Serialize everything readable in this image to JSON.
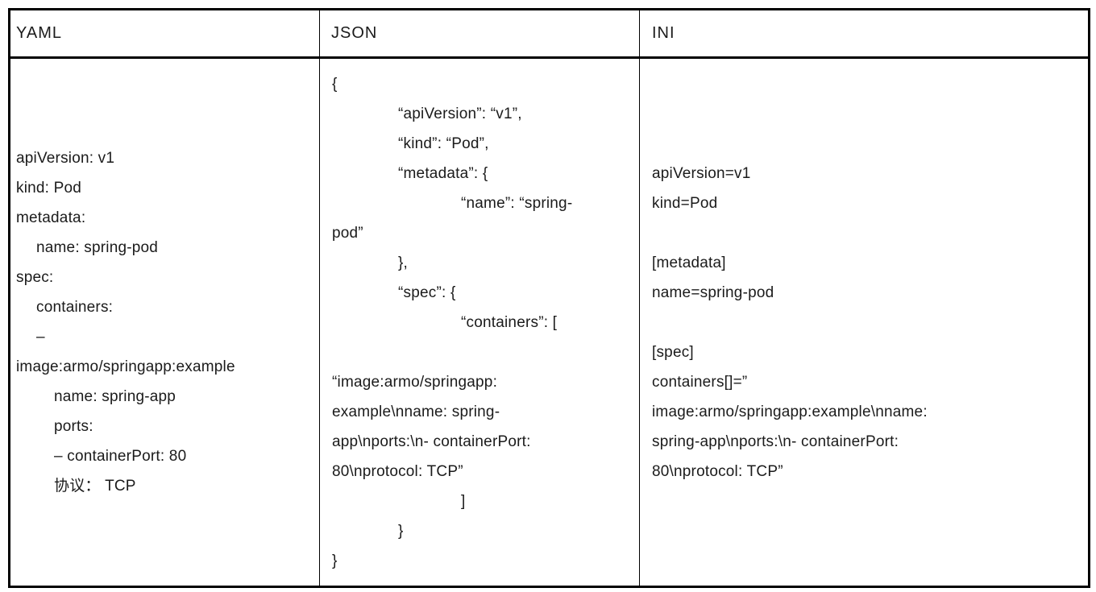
{
  "colors": {
    "background": "#ffffff",
    "border": "#000000",
    "text": "#1b1b1b"
  },
  "table": {
    "headers": [
      "YAML",
      "JSON",
      "INI"
    ],
    "yaml": {
      "lines": [
        "apiVersion: v1",
        "kind: Pod",
        "metadata:",
        "name: spring-pod",
        "spec:",
        "containers:",
        "–",
        "image:armo/springapp:example",
        "name: spring-app",
        "ports:",
        "– containerPort: 80",
        "协议： TCP"
      ]
    },
    "json": {
      "lines": [
        "{",
        "“apiVersion”: “v1”,",
        "“kind”: “Pod”,",
        "“metadata”: {",
        "“name”: “spring-",
        "pod”",
        "},",
        "“spec”: {",
        "“containers”: [",
        "",
        "“image:armo/springapp:",
        "example\\nname: spring-",
        "app\\nports:\\n- containerPort:",
        "80\\nprotocol: TCP”",
        "]",
        "}",
        "}"
      ]
    },
    "ini": {
      "lines": [
        "apiVersion=v1",
        "kind=Pod",
        "",
        "[metadata]",
        "name=spring-pod",
        "",
        "[spec]",
        "containers[]=”",
        "image:armo/springapp:example\\nname:",
        "spring-app\\nports:\\n- containerPort:",
        "80\\nprotocol: TCP”"
      ]
    }
  }
}
